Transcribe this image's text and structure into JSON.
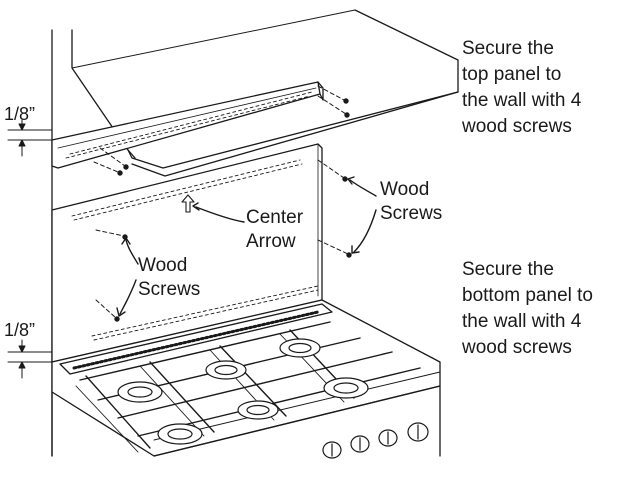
{
  "instructions": {
    "top": [
      "Secure the",
      "top panel to",
      "the wall with 4",
      "wood screws"
    ],
    "bottom": [
      "Secure the",
      "bottom panel to",
      "the wall with 4",
      "wood screws"
    ]
  },
  "callouts": {
    "wood_screws_right": [
      "Wood",
      "Screws"
    ],
    "wood_screws_left": [
      "Wood",
      "Screws"
    ],
    "center_arrow": [
      "Center",
      "Arrow"
    ]
  },
  "dimensions": {
    "top_gap": "1/8”",
    "bottom_gap": "1/8”"
  },
  "colors": {
    "line": "#1a1a1a",
    "background": "#ffffff"
  }
}
